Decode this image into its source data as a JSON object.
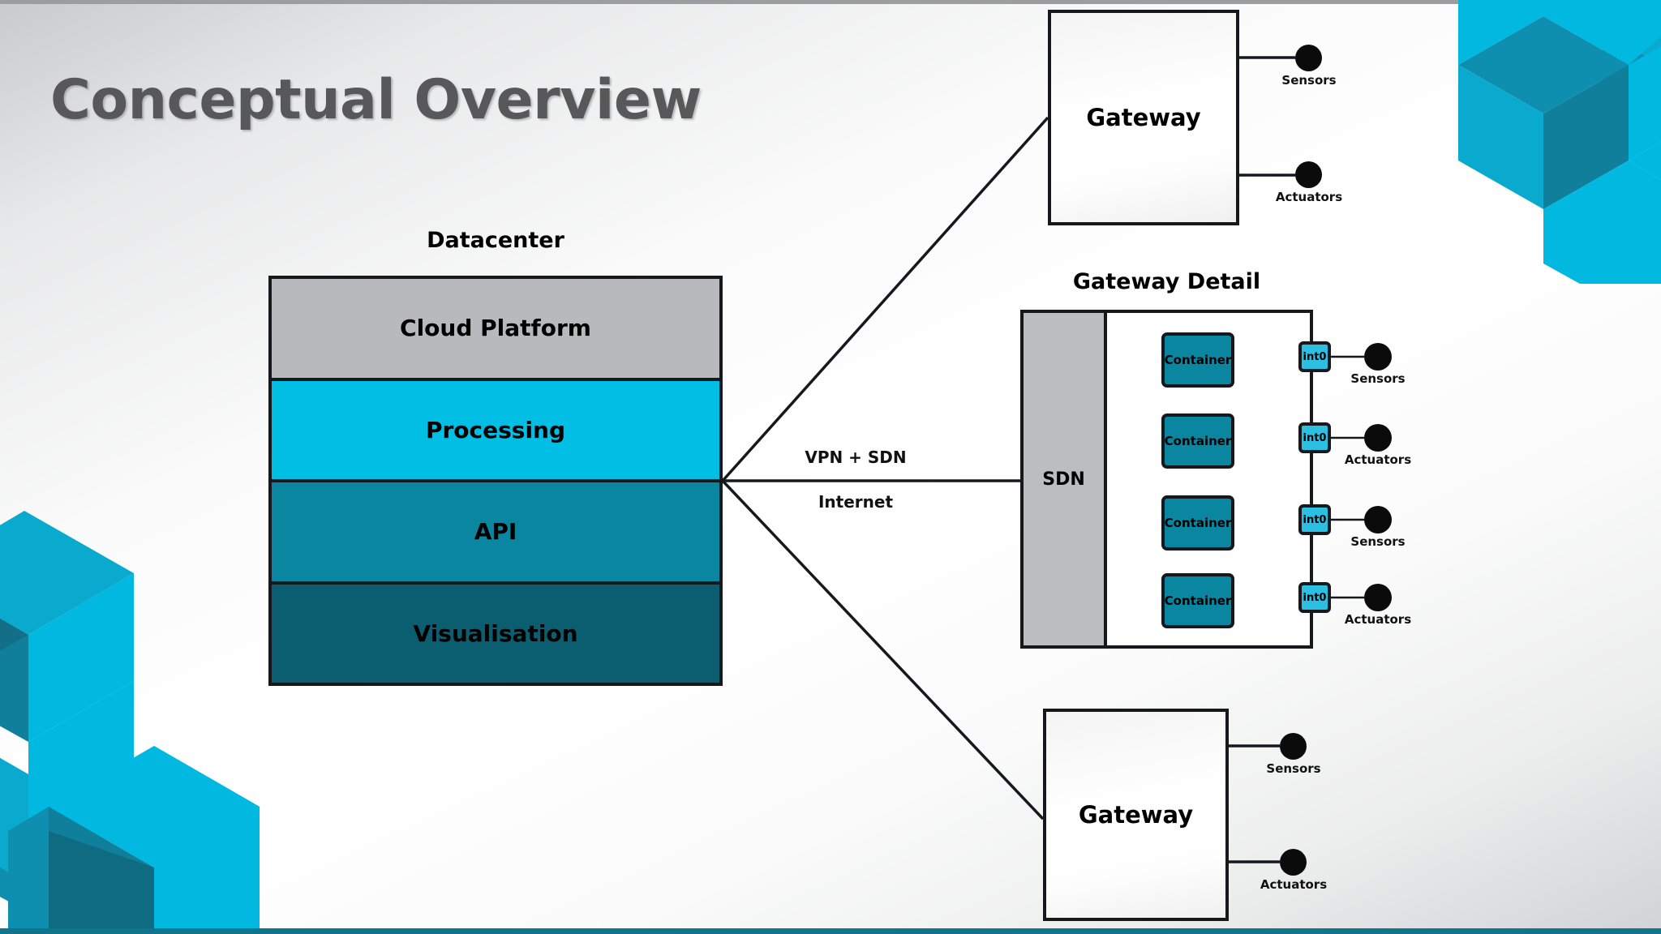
{
  "title": "Conceptual Overview",
  "colors": {
    "cloud_platform": "#b8b9bd",
    "processing": "#00bee4",
    "api": "#0a86a0",
    "visualisation": "#0a5e70",
    "container": "#0a86a0",
    "interface": "#2cbfe2",
    "sdn": "#bcbdc1",
    "stroke": "#17181c",
    "title_text": "#58585a",
    "accent_cyan": "#00b4dd",
    "accent_teal": "#0f7f9b",
    "bottom_bar": "#11748b"
  },
  "datacenter": {
    "heading": "Datacenter",
    "layers": [
      {
        "label": "Cloud Platform",
        "color": "#b8b9bd"
      },
      {
        "label": "Processing",
        "color": "#00bee4"
      },
      {
        "label": "API",
        "color": "#0a86a0"
      },
      {
        "label": "Visualisation",
        "color": "#0a5e70"
      }
    ]
  },
  "links": {
    "upper_label": "VPN + SDN",
    "lower_label": "Internet"
  },
  "gateways": [
    {
      "id": "gateway-top",
      "label": "Gateway",
      "endpoints": [
        {
          "label": "Sensors"
        },
        {
          "label": "Actuators"
        }
      ]
    },
    {
      "id": "gateway-bottom",
      "label": "Gateway",
      "endpoints": [
        {
          "label": "Sensors"
        },
        {
          "label": "Actuators"
        }
      ]
    }
  ],
  "gateway_detail": {
    "heading": "Gateway Detail",
    "sdn_label": "SDN",
    "rows": [
      {
        "container_label": "Container",
        "interface_label": "int0",
        "endpoint_label": "Sensors"
      },
      {
        "container_label": "Container",
        "interface_label": "int0",
        "endpoint_label": "Actuators"
      },
      {
        "container_label": "Container",
        "interface_label": "int0",
        "endpoint_label": "Sensors"
      },
      {
        "container_label": "Container",
        "interface_label": "int0",
        "endpoint_label": "Actuators"
      }
    ]
  }
}
